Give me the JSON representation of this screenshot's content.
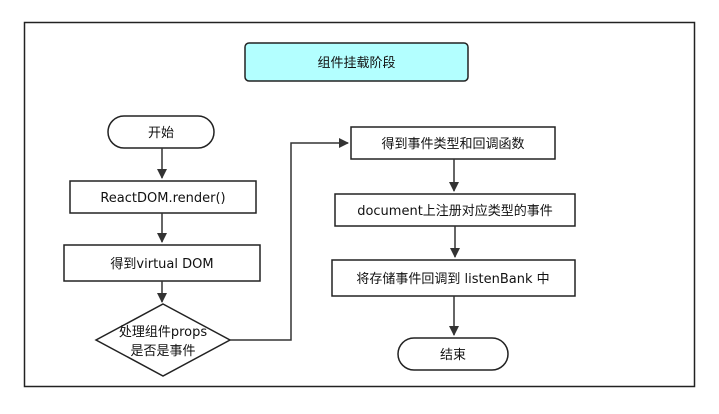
{
  "diagram": {
    "title": "组件挂载阶段",
    "nodes": {
      "start": "开始",
      "render": "ReactDOM.render()",
      "virtual_dom": "得到virtual DOM",
      "decision_line1": "处理组件props",
      "decision_line2": "是否是事件",
      "get_events": "得到事件类型和回调函数",
      "register": "document上注册对应类型的事件",
      "store": "将存储事件回调到 listenBank 中",
      "end": "结束"
    }
  },
  "colors": {
    "title_fill": "#b3ffff",
    "stroke": "#222222",
    "background": "#ffffff"
  }
}
